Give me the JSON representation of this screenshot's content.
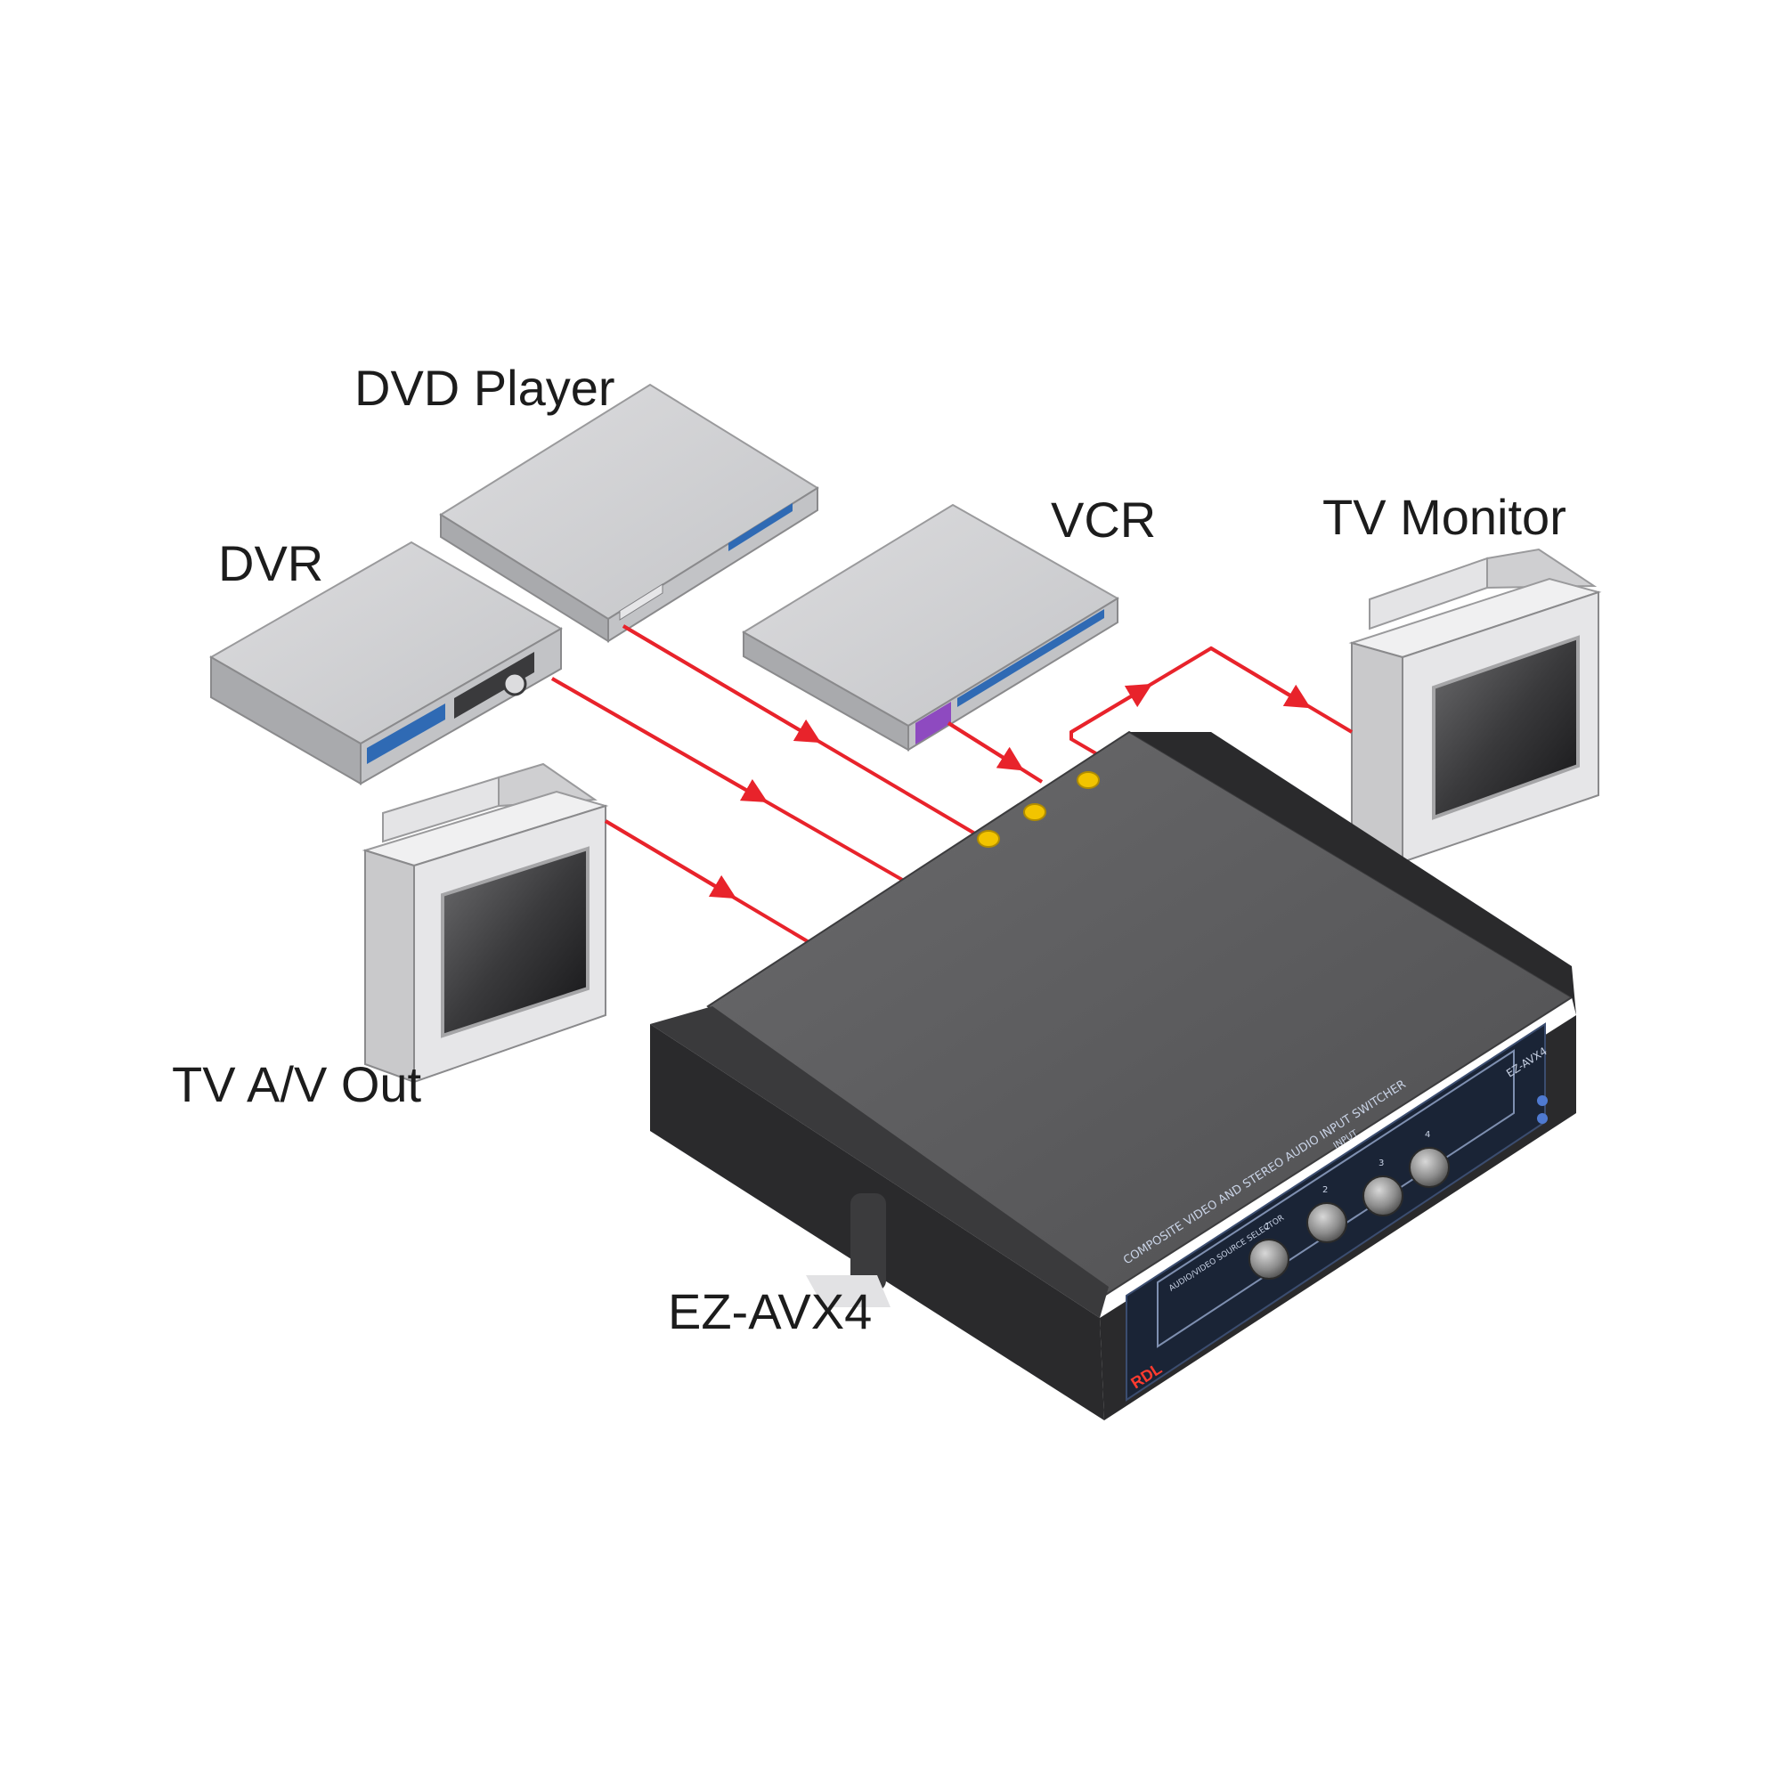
{
  "labels": {
    "dvd_player": "DVD Player",
    "dvr": "DVR",
    "vcr": "VCR",
    "tv_monitor": "TV Monitor",
    "tv_av_out": "TV A/V Out",
    "switcher": "EZ-AVX4"
  },
  "switcher_panel": {
    "heading": "COMPOSITE VIDEO AND STEREO AUDIO INPUT SWITCHER",
    "selector_caption": "AUDIO/VIDEO SOURCE SELECTOR",
    "input_caption": "INPUT",
    "model_badge": "EZ-AVX4",
    "brand": "RDL",
    "buttons": [
      "1",
      "2",
      "3",
      "4"
    ]
  },
  "colors": {
    "cable": "#e8232b",
    "device_body": "#cfd0d2",
    "accent_blue": "#2f6ab4",
    "switcher_body": "#5b5b5d",
    "switcher_frame": "#2a2a2c",
    "connector": "#f2c400"
  }
}
